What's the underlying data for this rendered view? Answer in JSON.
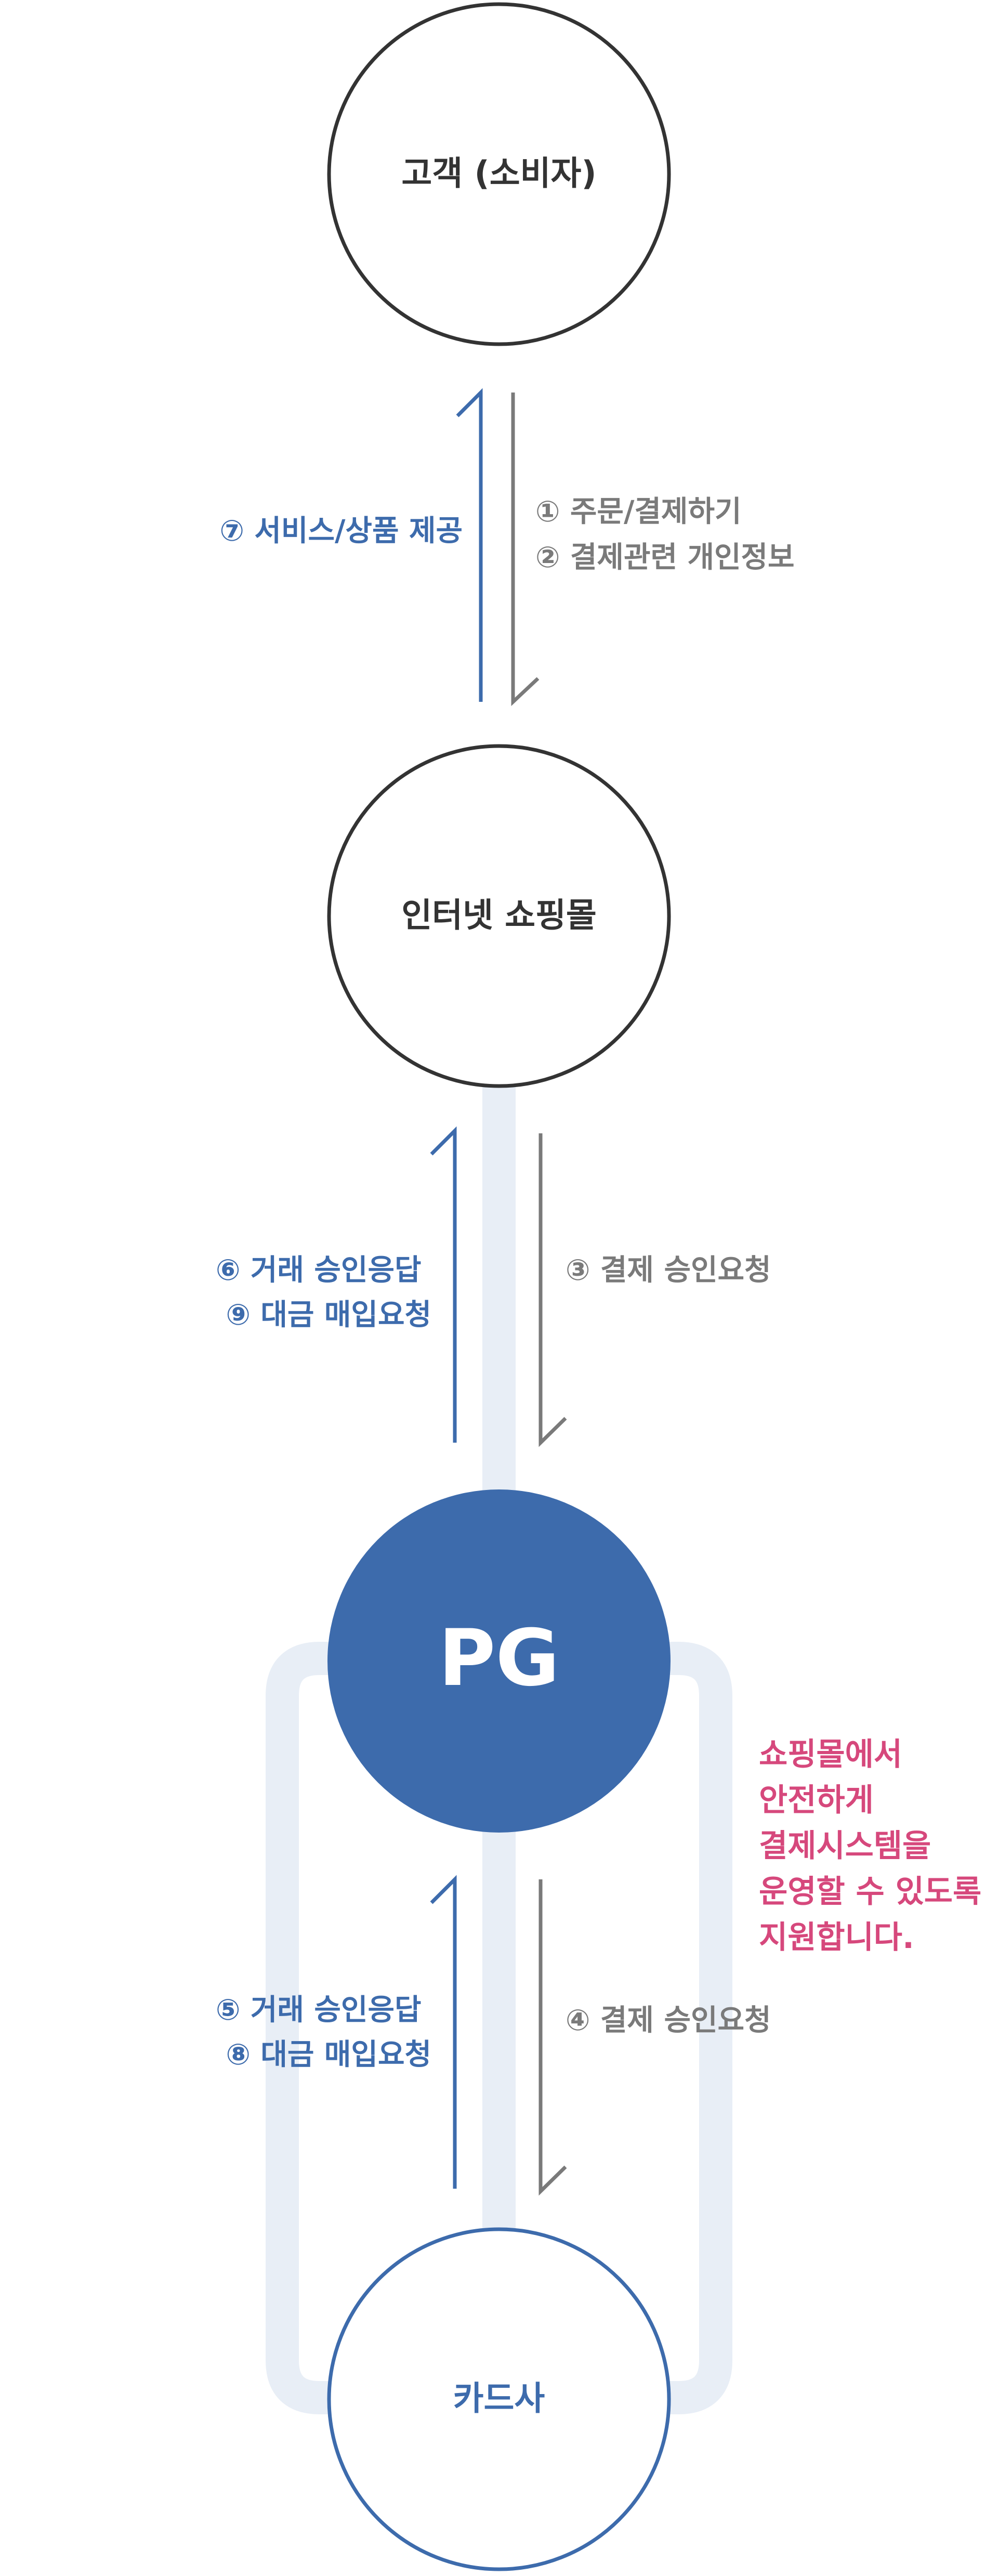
{
  "colors": {
    "blue": "#3d6bac",
    "gray": "#7a7a7a",
    "dark": "#333333",
    "pink": "#d6487c",
    "track": "#e8eef6",
    "white": "#ffffff"
  },
  "nodes": {
    "customer": "고객 (소비자)",
    "shop": "인터넷 쇼핑몰",
    "pg": "PG",
    "card": "카드사"
  },
  "flows": {
    "customer_shop": {
      "up": [
        "⑦ 서비스/상품 제공"
      ],
      "down": [
        "① 주문/결제하기",
        "② 결제관련 개인정보"
      ]
    },
    "shop_pg": {
      "up": [
        "⑥ 거래 승인응답",
        "⑨ 대금 매입요청"
      ],
      "down": [
        "③ 결제 승인요청"
      ]
    },
    "pg_card": {
      "up": [
        "⑤ 거래 승인응답",
        "⑧ 대금 매입요청"
      ],
      "down": [
        "④ 결제 승인요청"
      ]
    }
  },
  "note": [
    "쇼핑몰에서",
    "안전하게",
    "결제시스템을",
    "운영할 수 있도록",
    "지원합니다."
  ]
}
